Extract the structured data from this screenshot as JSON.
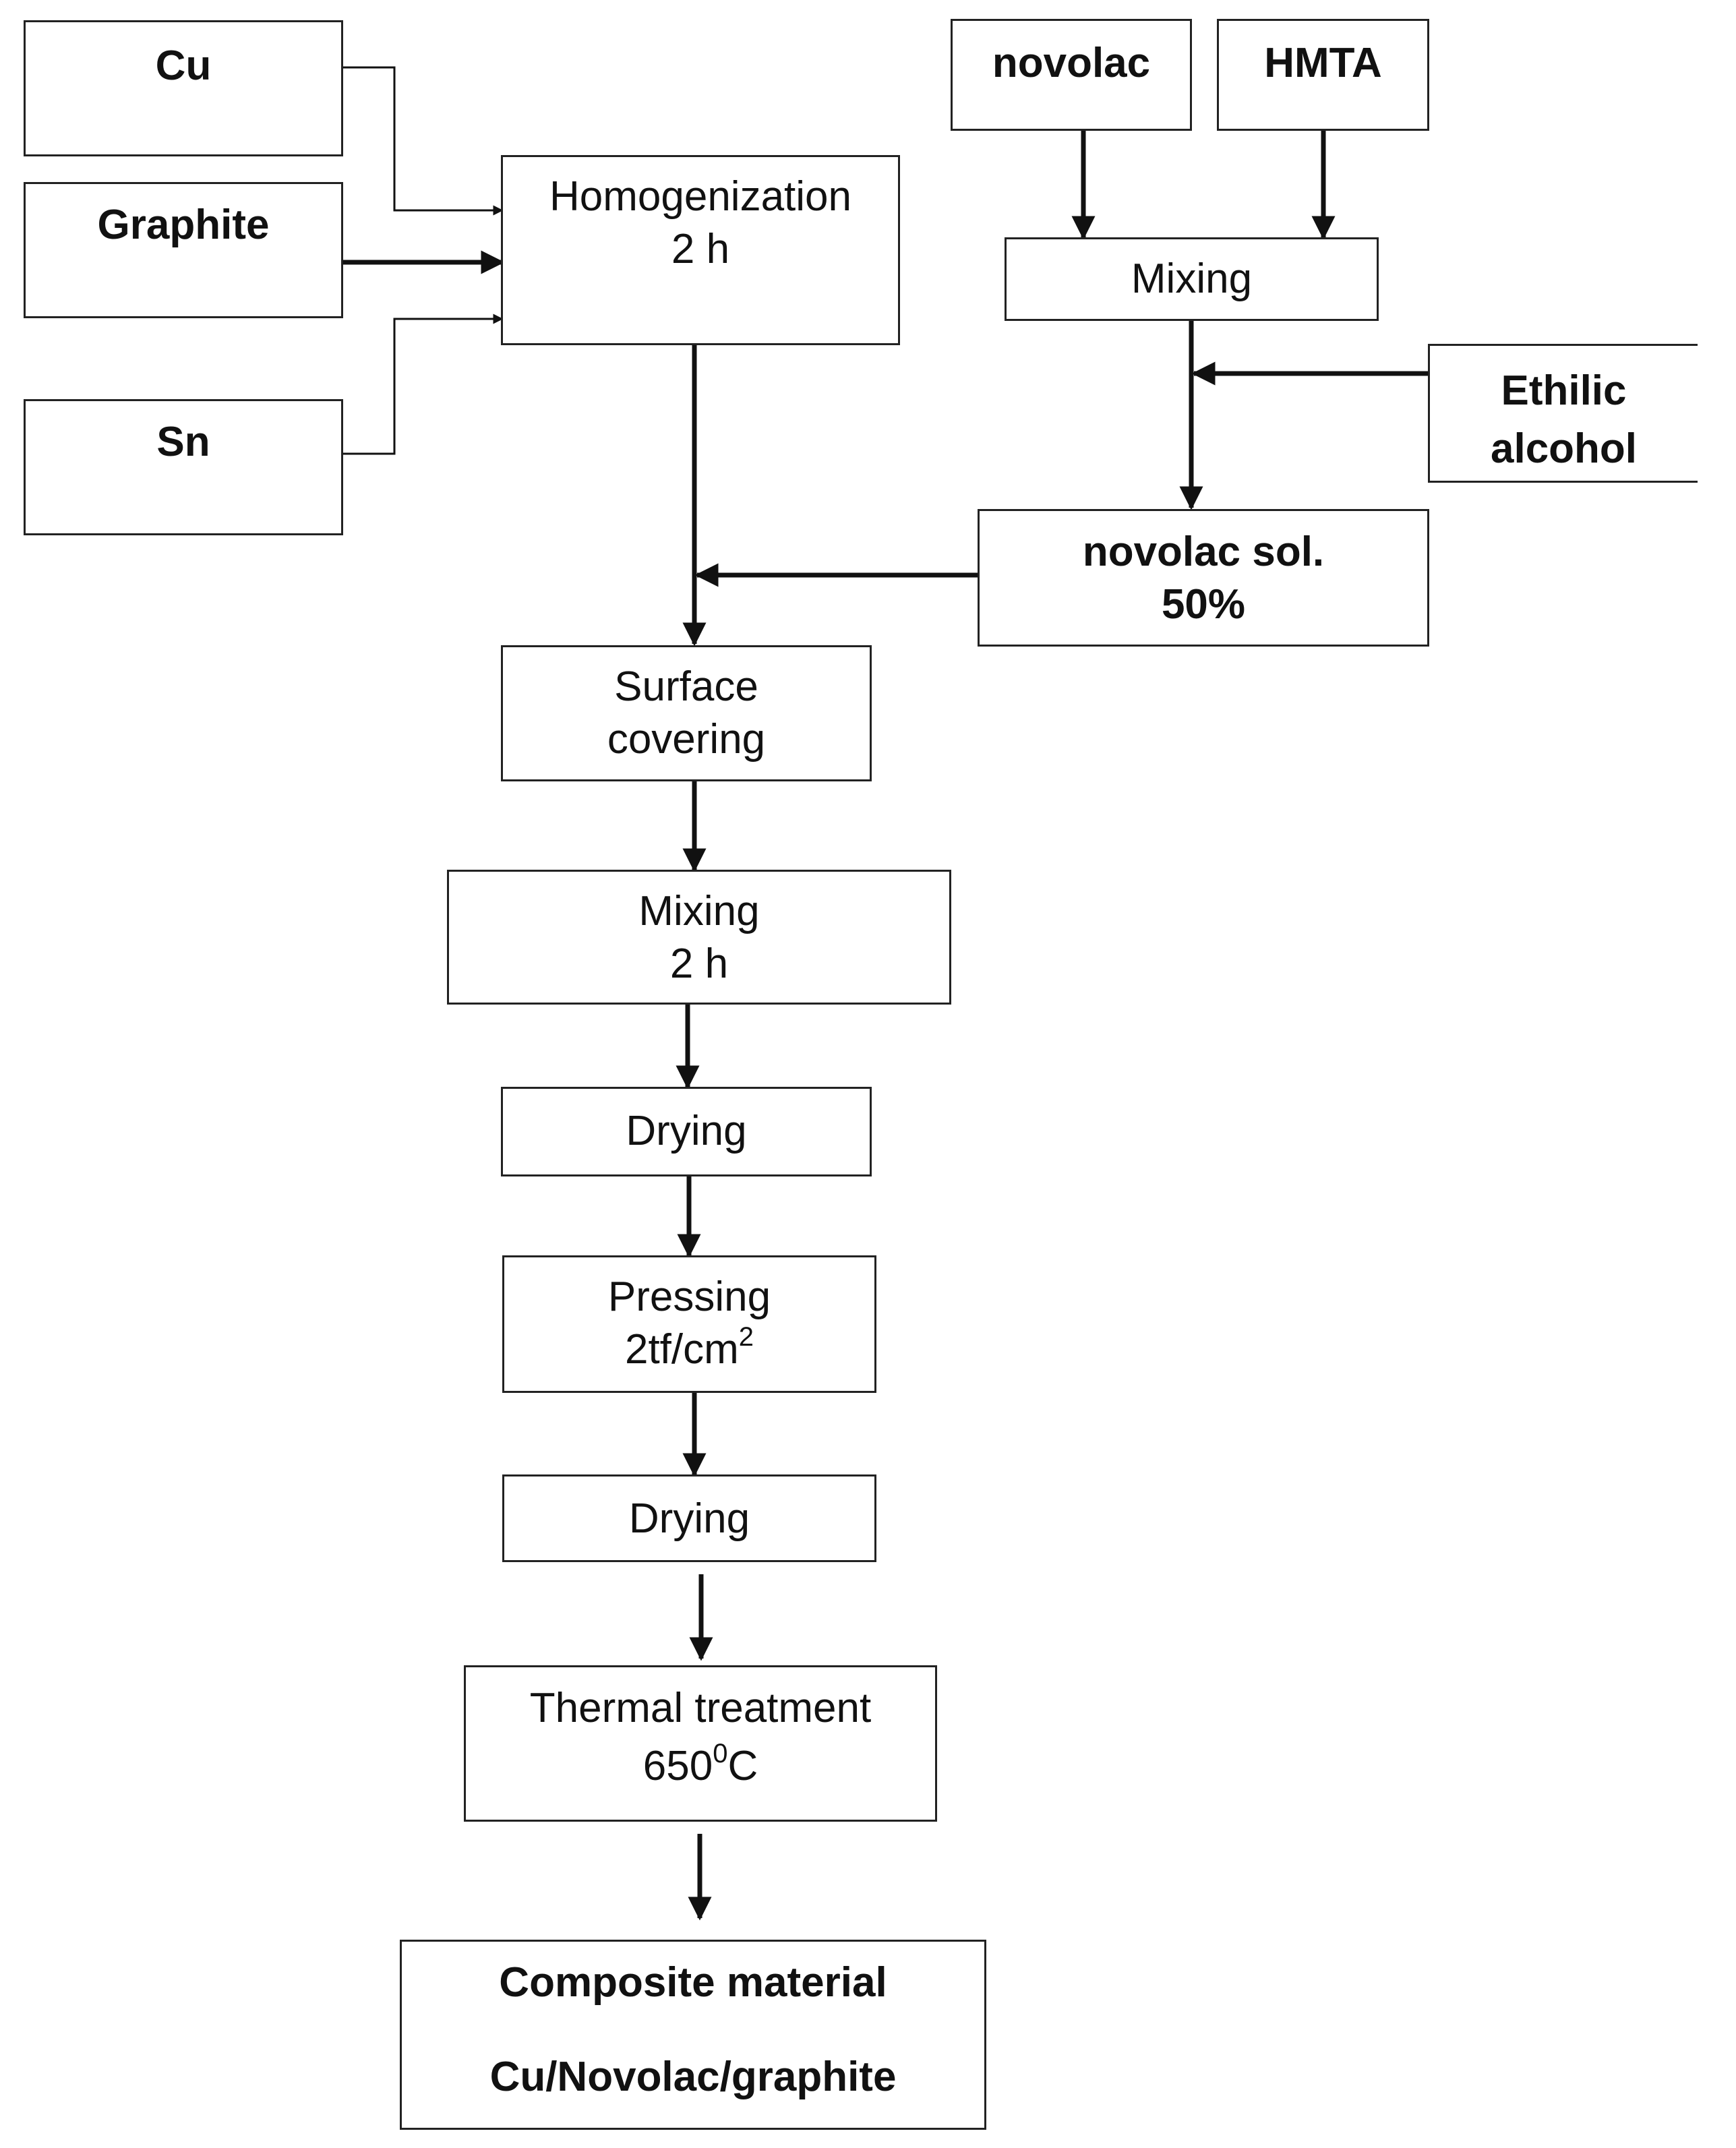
{
  "nodes": {
    "cu": {
      "label": "Cu"
    },
    "graphite": {
      "label": "Graphite"
    },
    "sn": {
      "label": "Sn"
    },
    "homogenization": {
      "line1": "Homogenization",
      "line2": "2 h"
    },
    "novolac": {
      "label": "novolac"
    },
    "hmta": {
      "label": "HMTA"
    },
    "mixing_resin": {
      "label": "Mixing"
    },
    "ethilic_alcohol": {
      "line1": "Ethilic",
      "line2": "alcohol"
    },
    "novolac_solution": {
      "line1": "novolac sol.",
      "line2": "50%"
    },
    "surface_covering": {
      "line1": "Surface",
      "line2": "covering"
    },
    "mixing_2h": {
      "line1": "Mixing",
      "line2": "2 h"
    },
    "drying_1": {
      "label": "Drying"
    },
    "pressing": {
      "line1": "Pressing",
      "line2_base": "2tf/cm",
      "line2_sup": "2"
    },
    "drying_2": {
      "label": "Drying"
    },
    "thermal_treatment": {
      "line1": "Thermal treatment",
      "line2_base": "650",
      "line2_sup": "0",
      "line2_end": "C"
    },
    "composite": {
      "line1": "Composite material",
      "line2": "Cu/Novolac/graphite"
    }
  },
  "colors": {
    "line": "#111111",
    "box_border": "#222222",
    "background": "#ffffff"
  }
}
